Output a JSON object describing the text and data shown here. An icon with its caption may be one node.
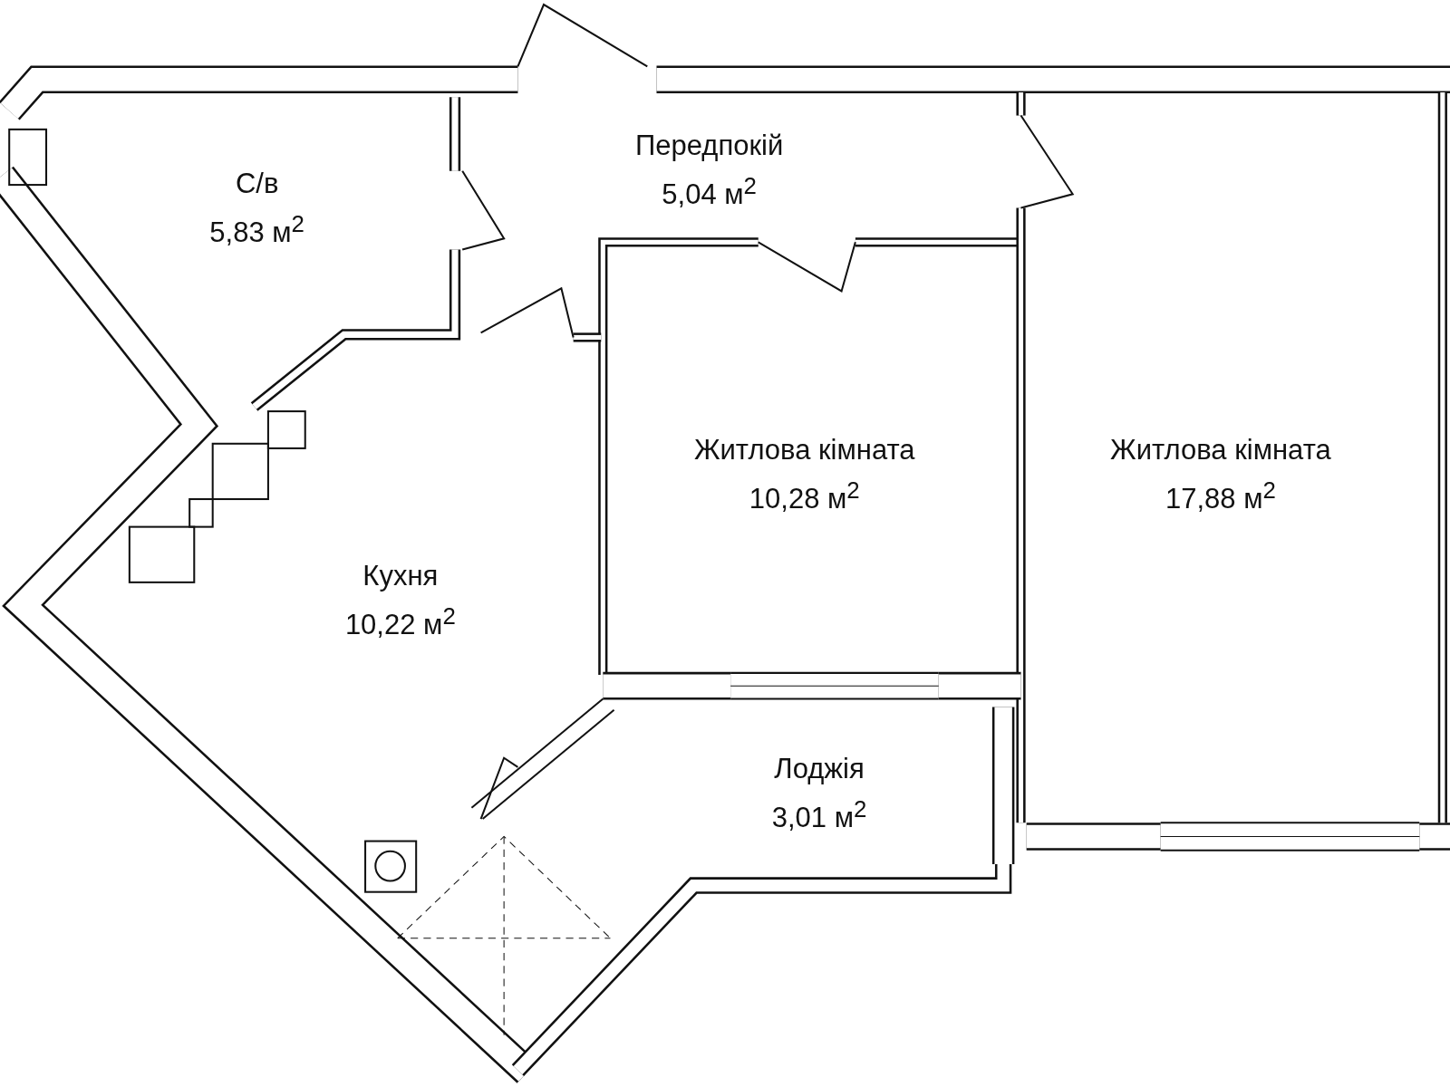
{
  "diagram": {
    "nodes": [
      {
        "text": [
          "С/в",
          "5,83 м$^{2}$"
        ]
      },
      {
        "text": [
          "Передпокій",
          "5,04 м$^{2}$"
        ]
      },
      {
        "text": [
          "Житлова кімната",
          "10,28 м$^{2}$"
        ]
      },
      {
        "text": [
          "Житлова кімната",
          "17,88 м$^{2}$"
        ]
      },
      {
        "text": [
          "Кухня",
          "10,22 м$^{2}$"
        ]
      },
      {
        "text": [
          "Лоджія",
          "3,01 м$^{2}$"
        ]
      }
    ]
  }
}
